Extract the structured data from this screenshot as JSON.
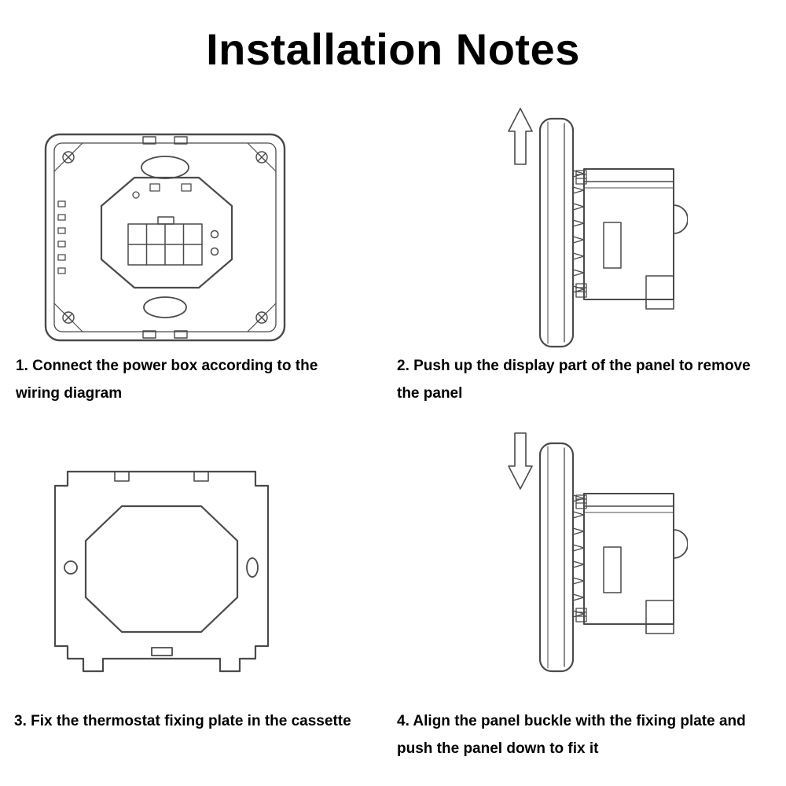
{
  "title": "Installation Notes",
  "steps": [
    {
      "number": "1",
      "caption": "1. Connect the power box according to the wiring diagram",
      "figure": "power-box-back-view"
    },
    {
      "number": "2",
      "caption": "2. Push up the display part of the panel to remove the panel",
      "figure": "panel-push-up-side-view"
    },
    {
      "number": "3",
      "caption": "3. Fix the thermostat fixing plate in the cassette",
      "figure": "fixing-plate-front-view"
    },
    {
      "number": "4",
      "caption": "4. Align the panel buckle with the fixing plate and push the panel down to fix it",
      "figure": "panel-push-down-side-view"
    }
  ],
  "colors": {
    "line": "#4a4a4a",
    "text": "#000000",
    "background": "#ffffff"
  }
}
